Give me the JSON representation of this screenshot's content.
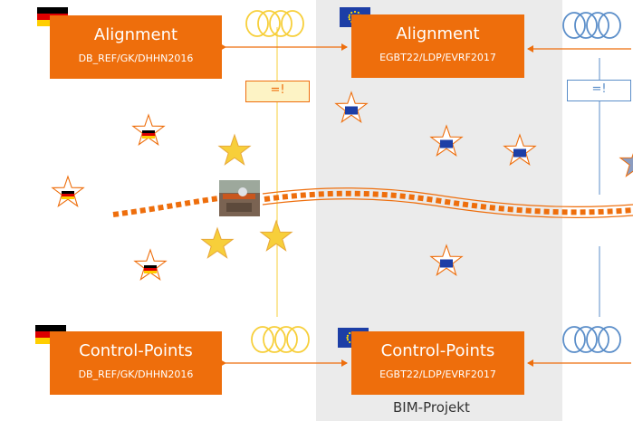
{
  "colors": {
    "orange": "#ee6e0c",
    "gold": "#f7cf3a",
    "blue": "#5b8ec9",
    "eu_blue": "#1c3ea6",
    "panel": "#ebebeb"
  },
  "boxes": {
    "alignment_de": {
      "title": "Alignment",
      "subtitle": "DB_REF/GK/DHHN2016"
    },
    "alignment_eu": {
      "title": "Alignment",
      "subtitle": "EGBT22/LDP/EVRF2017"
    },
    "control_de": {
      "title": "Control-Points",
      "subtitle": "DB_REF/GK/DHHN2016"
    },
    "control_eu": {
      "title": "Control-Points",
      "subtitle": "EGBT22/LDP/EVRF2017"
    }
  },
  "equals": {
    "left": "=!",
    "right": "=!"
  },
  "panel_caption": "BIM-Projekt",
  "icons": {
    "flag_de": "german-flag-icon",
    "flag_eu": "eu-flag-icon",
    "chain": "chain-link-icon",
    "star": "star-icon",
    "photo": "survey-photo-icon"
  }
}
